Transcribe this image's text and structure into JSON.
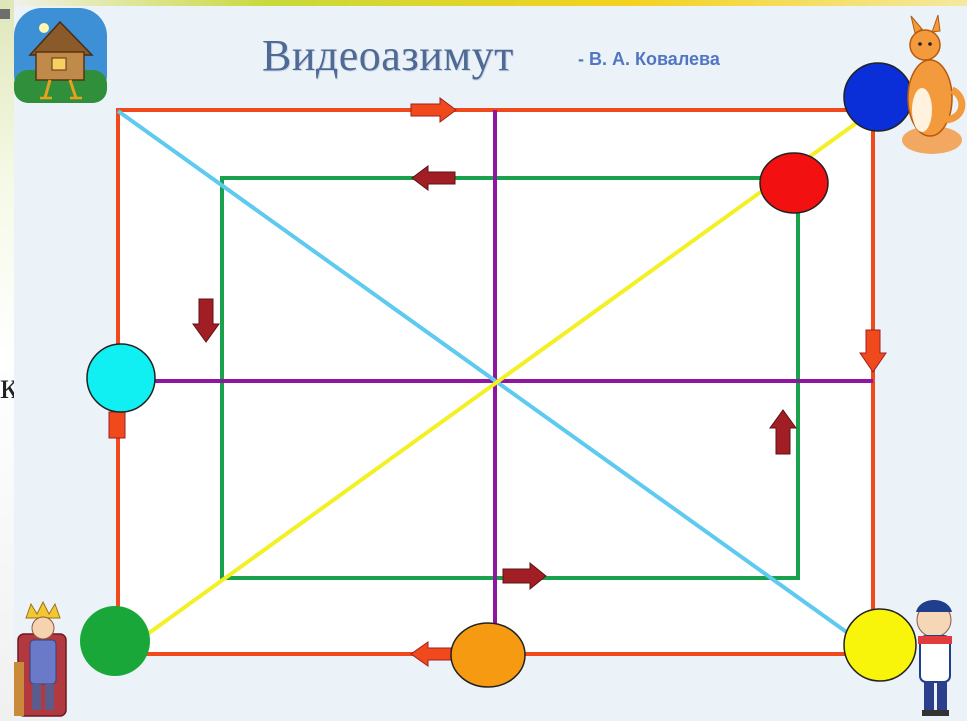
{
  "slide": {
    "title": "Видеоазимут",
    "author": "- В. А. Ковалева",
    "edge_text": "к,"
  },
  "colors": {
    "outer_frame": "#f04a1c",
    "inner_frame": "#1aa14b",
    "cross": "#8e16a0",
    "diagonal_blue": "#5fcaf0",
    "diagonal_yellow": "#f4f026",
    "arrow_orange": "#f04a1c",
    "arrow_maroon": "#a01e24",
    "circle_blue": "#0a2ed8",
    "circle_red": "#f21010",
    "circle_cyan": "#10f0f2",
    "circle_green": "#1aa73a",
    "circle_orange": "#f69a12",
    "circle_yellow": "#f8f40a"
  },
  "icons": {
    "top_left": "hut-on-chicken-legs-icon",
    "top_right": "fox-icon",
    "bottom_left": "king-on-throne-icon",
    "bottom_right": "boy-with-scarf-icon"
  }
}
